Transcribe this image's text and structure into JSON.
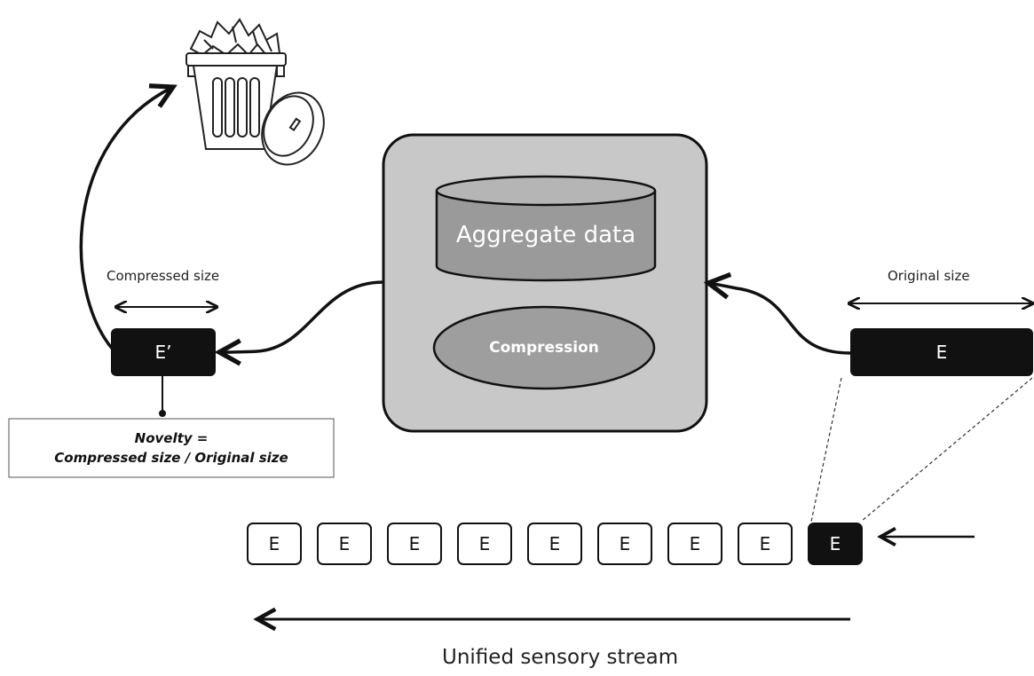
{
  "aggregate_label": "Aggregate data",
  "compression_label": "Compression",
  "original_size_label": "Original size",
  "compressed_size_label": "Compressed size",
  "compressed_event_label": "E’",
  "original_event_label": "E",
  "novelty": {
    "line1": "Novelty =",
    "line2": "Compressed size / Original size"
  },
  "stream": {
    "cells": [
      "E",
      "E",
      "E",
      "E",
      "E",
      "E",
      "E",
      "E",
      "E"
    ],
    "highlighted_index": 8
  },
  "stream_label": "Unified sensory stream",
  "colors": {
    "dark_box": "#111111",
    "container_fill": "#c8c8c8",
    "cylinder_fill": "#9a9a9a",
    "ellipse_fill": "#9e9e9e"
  },
  "icons": [
    "trash-can-icon"
  ]
}
